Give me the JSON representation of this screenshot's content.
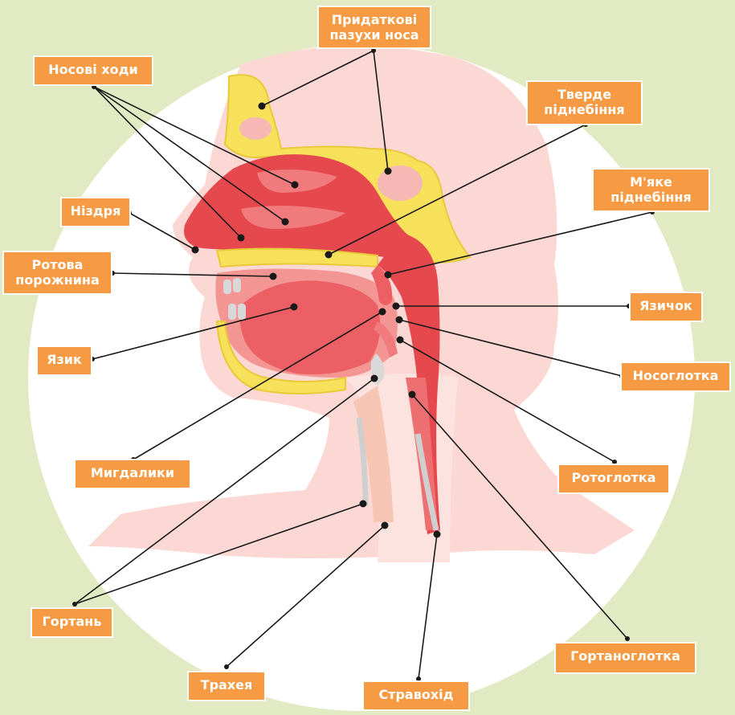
{
  "labels": {
    "sinuses": [
      "Придаткові",
      "пазухи носа"
    ],
    "nasal_passages": "Носові ходи",
    "hard_palate": [
      "Тверде",
      "піднебіння"
    ],
    "soft_palate": [
      "М'яке",
      "піднебіння"
    ],
    "nostril": "Ніздря",
    "oral_cavity": [
      "Ротова",
      "порожнина"
    ],
    "uvula": "Язичок",
    "tongue": "Язик",
    "nasopharynx": "Носоглотка",
    "oropharynx": "Ротоглотка",
    "tonsils": "Мигдалики",
    "larynx": "Гортань",
    "laryngopharynx": "Гортаноглотка",
    "trachea": "Трахея",
    "esophagus": "Стравохід"
  },
  "colors": {
    "background": "#e2eac4",
    "circle": "#ffffff",
    "label_fill": "#f79a44",
    "leader_line": "#1a1a1a",
    "tissue_red": "#e5484d",
    "tissue_pink": "#f6b8b5",
    "bone_yellow": "#f7e05a"
  }
}
